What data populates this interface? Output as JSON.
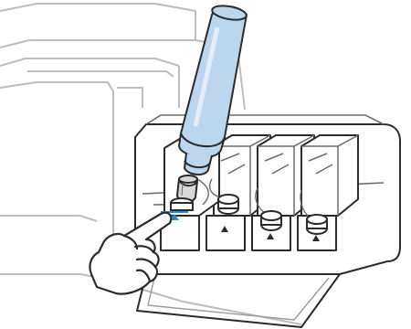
{
  "figure": {
    "subject": "ink-bottle-refill",
    "colors": {
      "outline": "#2b2b2b",
      "line": "#6a6a6a",
      "light_line": "#bdbdbd",
      "bottle_fill": "#bcd6ee",
      "bottle_highlight": "#e3eef9",
      "fill_line_marker": "#2e86cf",
      "background": "#ffffff"
    },
    "tanks": [
      {
        "id": "tank-1",
        "role": "being-filled"
      },
      {
        "id": "tank-2",
        "role": "closed"
      },
      {
        "id": "tank-3",
        "role": "closed"
      },
      {
        "id": "tank-4",
        "role": "closed"
      }
    ]
  }
}
